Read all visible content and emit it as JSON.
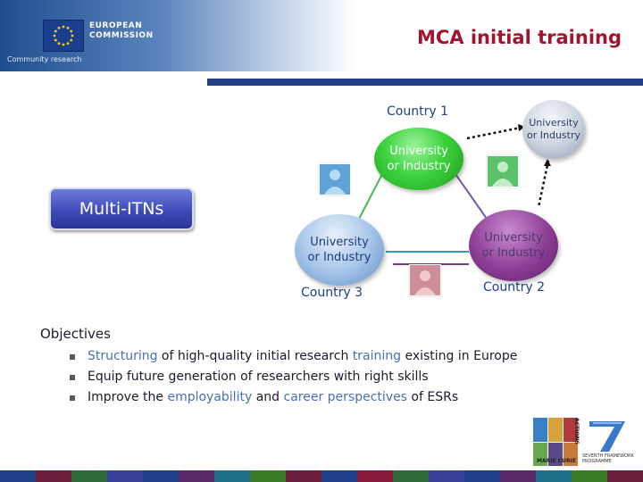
{
  "header": {
    "eu_name_line1": "EUROPEAN",
    "eu_name_line2": "COMMISSION",
    "eu_sub": "Community research",
    "title": "MCA initial training"
  },
  "diagram": {
    "country1": "Country 1",
    "country2": "Country 2",
    "country3": "Country 3",
    "node_top": [
      "University",
      "or Industry"
    ],
    "node_left": [
      "University",
      "or Industry"
    ],
    "node_right": [
      "University",
      "or Industry"
    ],
    "node_far": [
      "University",
      "or Industry"
    ],
    "button_label": "Multi-ITNs"
  },
  "objectives": {
    "heading": "Objectives",
    "b1_hl1": "Structuring",
    "b1_t1": " of high-quality initial research ",
    "b1_hl2": "training",
    "b1_t2": " existing in Europe",
    "b2": "Equip future generation of researchers with right skills",
    "b3_t1": "Improve the ",
    "b3_hl1": "employability",
    "b3_t2": " and ",
    "b3_hl2": "career perspectives",
    "b3_t3": " of ESRs"
  },
  "logos": {
    "mc_text": "MARIE CURIE",
    "mc_side": "ACTIONS",
    "fp7_text": "SEVENTH FRAMEWORK PROGRAMME"
  },
  "colors": {
    "title": "#a0142e",
    "rule": "#233f86",
    "highlight": "#4a6fb5",
    "footer": [
      "#1f3f8a",
      "#6a1e3c",
      "#2f6b3a",
      "#3a3f9a",
      "#1f3f8a",
      "#5a2a6a",
      "#1f6f8a",
      "#3b7b2a",
      "#6a1e3c",
      "#1f3f8a",
      "#8a1a3a",
      "#2f6b3a",
      "#3a3f9a",
      "#1f3f8a",
      "#5a2a6a",
      "#1f6f8a",
      "#3b7b2a",
      "#6a1e3c"
    ]
  }
}
